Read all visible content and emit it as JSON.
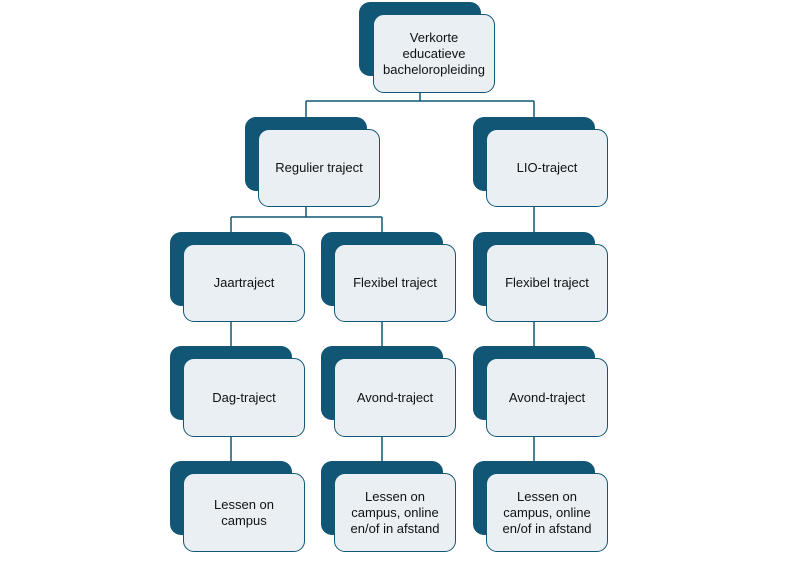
{
  "diagram": {
    "colors": {
      "box_dark": "#115775",
      "box_light": "#e9eff3",
      "line": "#115775"
    },
    "nodes": {
      "root": {
        "label": "Verkorte\neducatieve\nbacheloropleiding"
      },
      "regulier": {
        "label": "Regulier traject"
      },
      "lio": {
        "label": "LIO-traject"
      },
      "jaartraject": {
        "label": "Jaartraject"
      },
      "flexibel_regulier": {
        "label": "Flexibel traject"
      },
      "flexibel_lio": {
        "label": "Flexibel traject"
      },
      "dagtraject": {
        "label": "Dag-traject"
      },
      "avond_regulier": {
        "label": "Avond-traject"
      },
      "avond_lio": {
        "label": "Avond-traject"
      },
      "lessen_campus": {
        "label": "Lessen on\ncampus"
      },
      "lessen_online_regulier": {
        "label": "Lessen on\ncampus, online\nen/of in afstand"
      },
      "lessen_online_lio": {
        "label": "Lessen on\ncampus, online\nen/of in afstand"
      }
    }
  }
}
